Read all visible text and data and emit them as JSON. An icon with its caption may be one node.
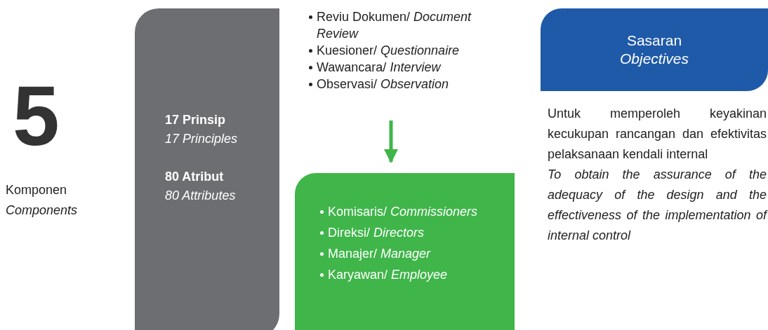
{
  "diagram": {
    "nodes": [
      {
        "text": [
          "17 Prinsip",
          "17 Principles",
          "80 Atribut",
          "80 Attributes"
        ]
      },
      {
        "text": [
          "Reviu Dokumen/ *Document Review*",
          "Kuesioner/ *Questionnaire*",
          "Wawancara/ *Interview*",
          "Observasi/ *Observation*"
        ]
      },
      {
        "text": [
          "Komisaris/ *Commissioners*",
          "Direksi/ *Directors*",
          "Manajer/ *Manager*",
          "Karyawan/ *Employee*"
        ]
      },
      {
        "text": [
          "Sasaran",
          "Objectives"
        ],
        "beside": [
          "Untuk memperoleh keyakinan kecukupan rancangan dan efektivitas pelaksanaan kendali internal",
          "To obtain the assurance of the adequacy of the design and the effectiveness of the implementation of internal control"
        ]
      }
    ],
    "edges": [
      {
        "from": 1,
        "to": 2,
        "arrow": "to",
        "color": "#3fb54a"
      }
    ],
    "labels": [
      "5",
      "Komponen",
      "Components"
    ]
  }
}
